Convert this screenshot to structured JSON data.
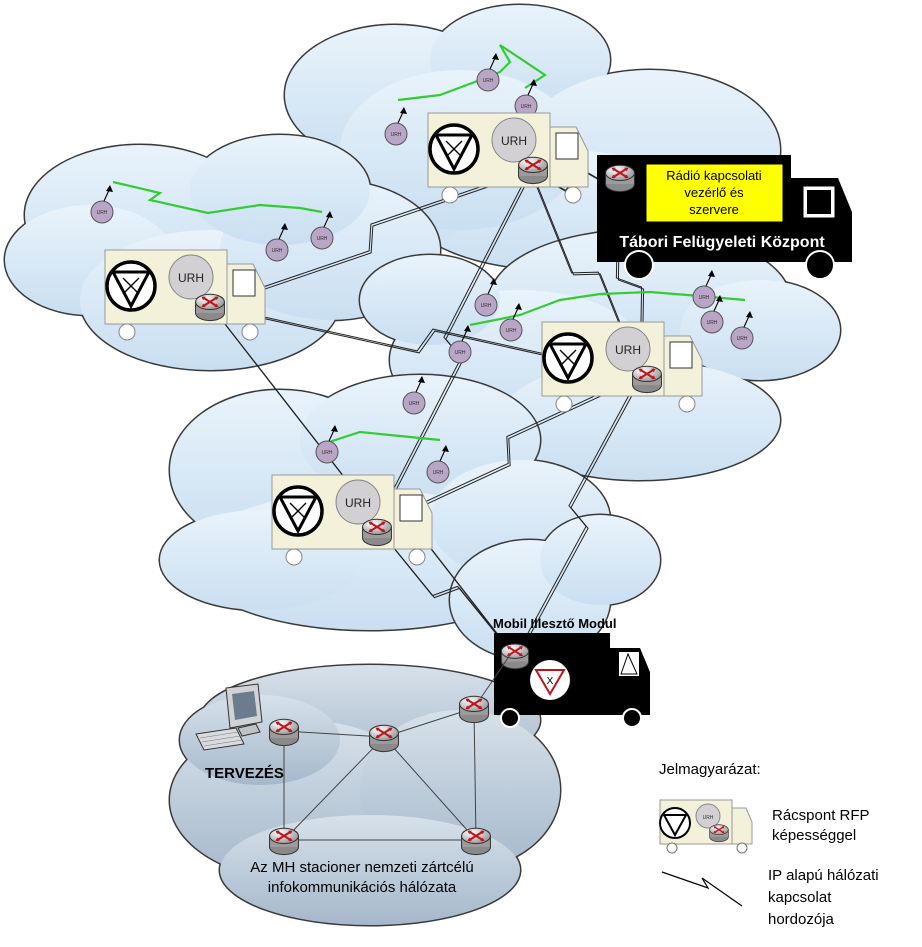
{
  "labels": {
    "urh": "URH",
    "radio_center_line1": "Rádió kapcsolati",
    "radio_center_line2": "vezérlő és",
    "radio_center_line3": "szervere",
    "field_center": "Tábori Felügyeleti Központ",
    "mobile_module": "Mobil Illesztő Modul",
    "mobile_symbol": "X",
    "planning": "TERVEZÉS",
    "network_line1": "Az MH stacioner nemzeti zártcélú",
    "network_line2": "infokommunikációs hálózata"
  },
  "legend": {
    "title": "Jelmagyarázat:",
    "node_line1": "Rácspont RFP",
    "node_line2": "képességgel",
    "link_line1": "IP alapú hálózati",
    "link_line2": "kapcsolat",
    "link_line3": "hordozója"
  },
  "colors": {
    "cloud_fill": "#d6eaf8",
    "cloud_stroke": "#3a3a3a",
    "truck_body": "#f3f1da",
    "radio_link": "#33cc33",
    "highlight_box": "#ffff00",
    "radio_node": "#b9a6c6",
    "dark_cloud": "#b8c8d8"
  }
}
